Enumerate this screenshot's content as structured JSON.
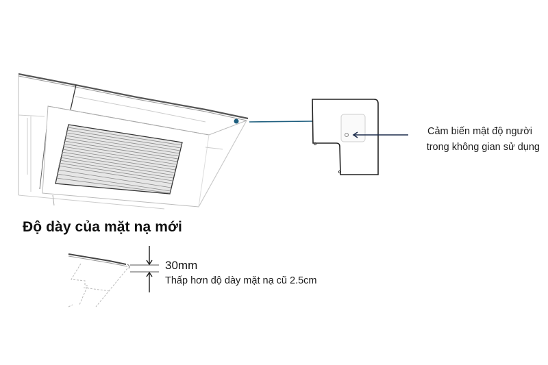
{
  "diagram": {
    "sensor_callout": {
      "label_line1": "Cảm biến mật độ người",
      "label_line2": "trong không gian sử dụng",
      "leader_color": "#1f5f7f",
      "dot_color": "#1f5f7f",
      "arrow_color": "#1a2a4a"
    },
    "thickness_section": {
      "title": "Độ dày của mặt nạ mới",
      "value": "30mm",
      "note": "Thấp hơn độ dày mặt nạ cũ 2.5cm"
    },
    "illustration": {
      "main_unit": "ceiling-cassette-panel",
      "detail_view": "sensor-corner-closeup",
      "profile_view": "panel-thickness-profile"
    }
  }
}
